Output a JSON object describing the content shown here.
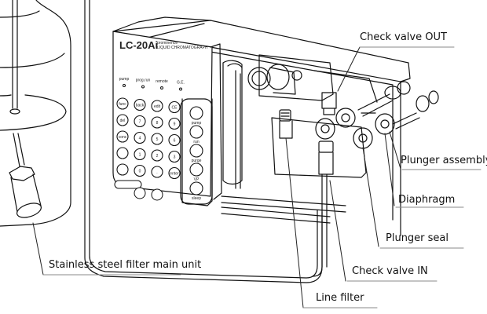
{
  "title": "Pump flow line parts diagram",
  "device": {
    "model": "LC-20Ai",
    "brand_line1": "prominence",
    "brand_line2": "LIQUID CHROMATOGRAPH",
    "indicators": [
      "pump",
      "prog.run",
      "remote",
      "G.E."
    ],
    "keypad_rows": [
      [
        "func",
        "back",
        "edit",
        "CE"
      ],
      [
        "del",
        "7",
        "8",
        "9"
      ],
      [
        "conc",
        "4",
        "5",
        "6"
      ],
      [
        "",
        "1",
        "2",
        "3"
      ],
      [
        "",
        "0",
        ".",
        "enter"
      ]
    ],
    "side_keys": [
      "pump",
      "run",
      "purge",
      "VP",
      "sleep"
    ]
  },
  "labels": {
    "check_valve_out": "Check valve OUT",
    "plunger_assembly": "Plunger assembly",
    "diaphragm": "Diaphragm",
    "plunger_seal": "Plunger seal",
    "check_valve_in": "Check valve IN",
    "line_filter": "Line filter",
    "stainless_filter": "Stainless steel filter main unit"
  },
  "colors": {
    "ink": "#111111",
    "leader": "#222222",
    "underline": "#888888",
    "background": "#ffffff"
  }
}
